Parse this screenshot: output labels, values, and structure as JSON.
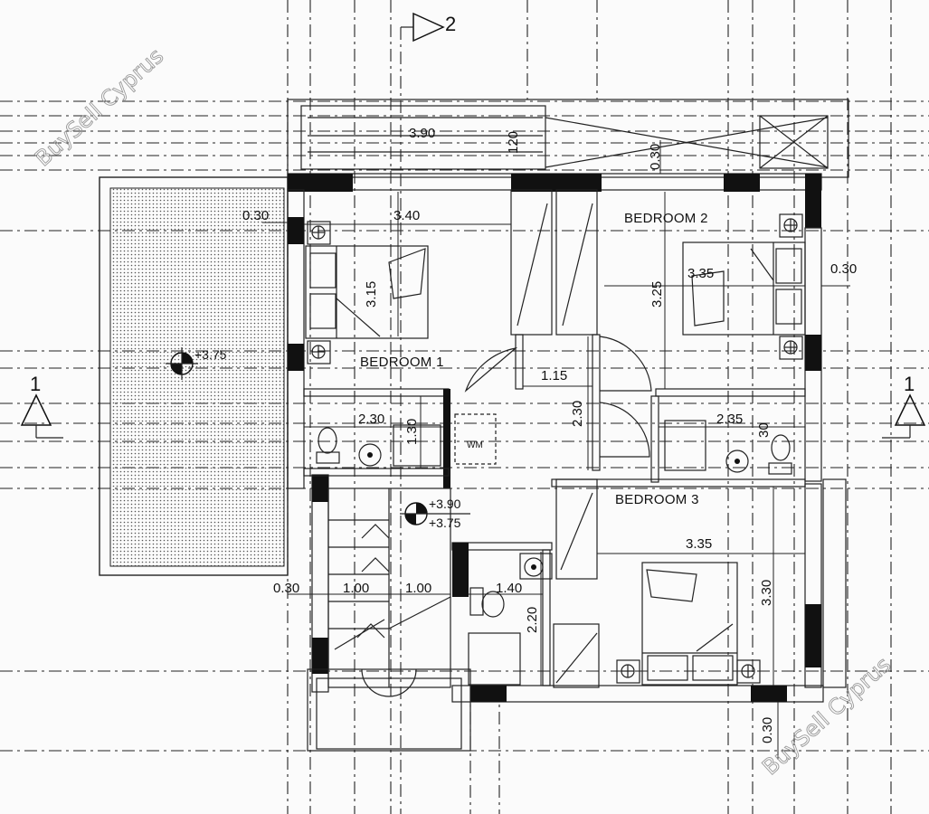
{
  "rooms": {
    "bedroom1": "BEDROOM 1",
    "bedroom2": "BEDROOM 2",
    "bedroom3": "BEDROOM 3"
  },
  "dimensions": {
    "d_3_90": "3.90",
    "d_120": "120",
    "d_0_30_top": "0.30",
    "d_0_30_left": "0.30",
    "d_3_40": "3.40",
    "d_3_15": "3.15",
    "d_3_35_b2": "3.35",
    "d_3_25": "3.25",
    "d_0_30_right": "0.30",
    "d_1_15": "1.15",
    "d_2_30_hall": "2.30",
    "d_2_30_bath": "2.30",
    "d_1_30": "1.30",
    "d_2_35": "2.35",
    "d_30": "30",
    "d_3_35_b3": "3.35",
    "d_3_30": "3.30",
    "d_0_30_stair": "0.30",
    "d_1_00_a": "1.00",
    "d_1_00_b": "1.00",
    "d_1_40": "1.40",
    "d_2_20": "2.20",
    "d_0_30_bottom": "0.30"
  },
  "levels": {
    "terrace": "+3.75",
    "landing_top": "+3.90",
    "landing_bottom": "+3.75"
  },
  "fixtures": {
    "washing_machine": "WM"
  },
  "sections": {
    "left": "1",
    "right": "1",
    "top": "2"
  },
  "watermark": "BuySell Cyprus",
  "icons": {
    "level_marker": "level-marker-icon",
    "section_arrow": "section-arrow-icon",
    "bed": "bed-icon",
    "toilet": "toilet-icon",
    "basin": "basin-icon",
    "shower": "shower-tray-icon"
  }
}
